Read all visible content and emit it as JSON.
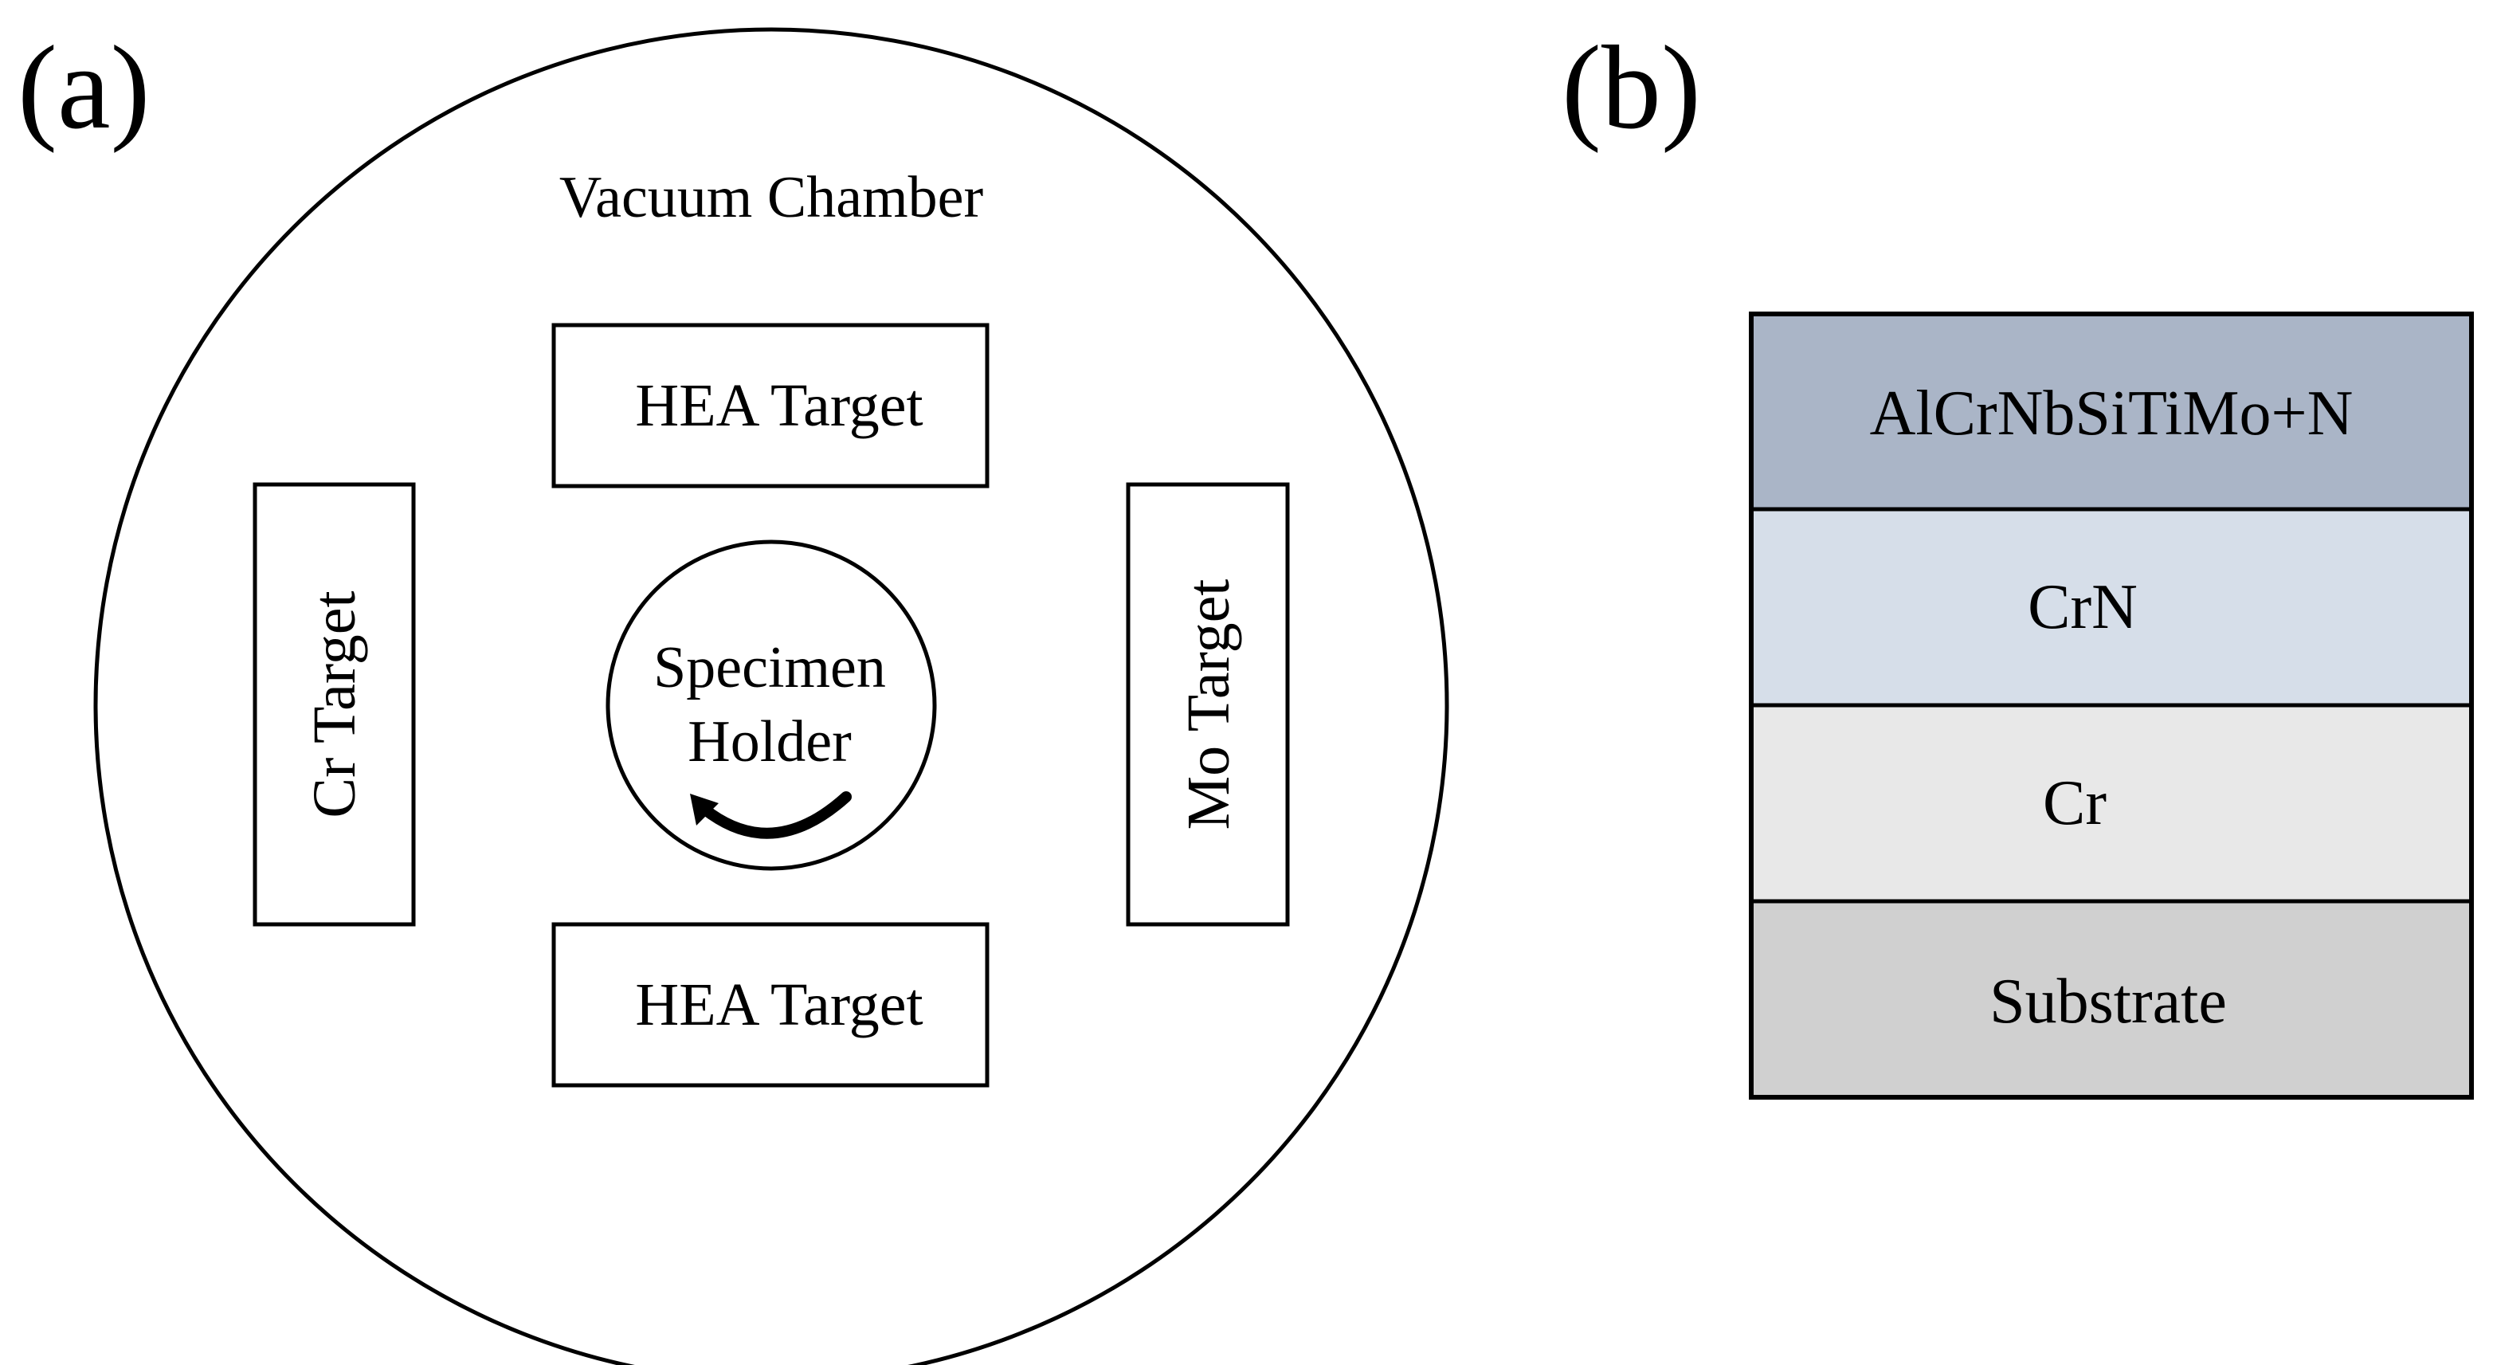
{
  "panel_a": {
    "label": "(a)",
    "chamber_label": "Vacuum Chamber",
    "targets": {
      "top": "HEA Target",
      "bottom": "HEA Target",
      "left": "Cr Target",
      "right": "Mo Target"
    },
    "holder": {
      "line1": "Specimen",
      "line2": "Holder"
    }
  },
  "panel_b": {
    "label": "(b)",
    "layers": [
      {
        "name": "AlCrNbSiTiMo+N",
        "color": "#aab5c7"
      },
      {
        "name": "CrN",
        "color": "#d6dee9"
      },
      {
        "name": "Cr",
        "color": "#e8e8e8"
      },
      {
        "name": "Substrate",
        "color": "#d0d0d0"
      }
    ]
  }
}
